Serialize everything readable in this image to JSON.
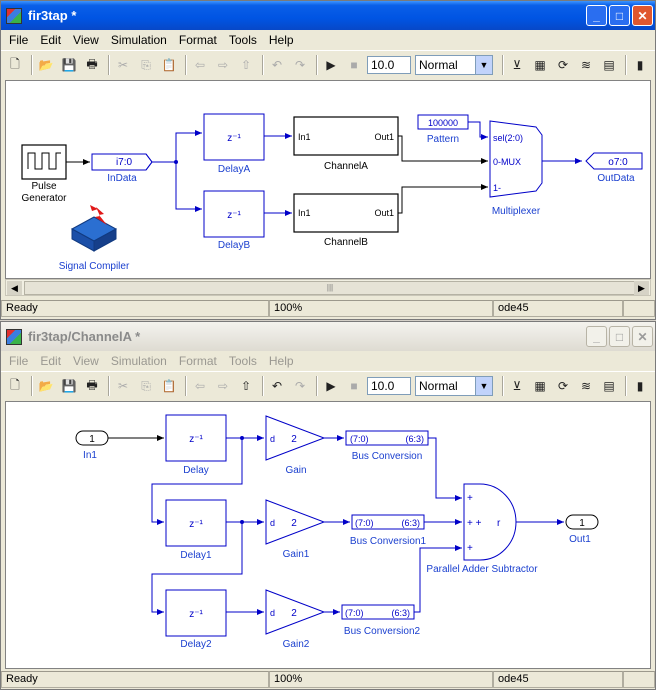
{
  "window1": {
    "title": "fir3tap *",
    "menus": [
      "File",
      "Edit",
      "View",
      "Simulation",
      "Format",
      "Tools",
      "Help"
    ],
    "stop_time": "10.0",
    "sim_mode": "Normal",
    "status": {
      "state": "Ready",
      "zoom": "100%",
      "solver": "ode45"
    },
    "blocks": {
      "pulse_generator": "Pulse\nGenerator",
      "indata_tag": "i7:0",
      "indata_label": "InData",
      "delayA_symbol": "z⁻¹",
      "delayA_label": "DelayA",
      "delayB_symbol": "z⁻¹",
      "delayB_label": "DelayB",
      "channelA_in": "In1",
      "channelA_out": "Out1",
      "channelA_label": "ChannelA",
      "channelB_in": "In1",
      "channelB_out": "Out1",
      "channelB_label": "ChannelB",
      "pattern_value": "100000",
      "pattern_label": "Pattern",
      "mux_sel": "sel(2:0)",
      "mux_0": "0-MUX",
      "mux_1": "1-",
      "mux_label": "Multiplexer",
      "outdata_tag": "o7:0",
      "outdata_label": "OutData",
      "signal_compiler_label": "Signal Compiler"
    }
  },
  "window2": {
    "title": "fir3tap/ChannelA *",
    "menus": [
      "File",
      "Edit",
      "View",
      "Simulation",
      "Format",
      "Tools",
      "Help"
    ],
    "stop_time": "10.0",
    "sim_mode": "Normal",
    "status": {
      "state": "Ready",
      "zoom": "100%",
      "solver": "ode45"
    },
    "blocks": {
      "in1_port": "1",
      "in1_label": "In1",
      "delay_symbol": "z⁻¹",
      "delay_label": "Delay",
      "delay1_label": "Delay1",
      "delay2_label": "Delay2",
      "gain_d": "d",
      "gain_value": "2",
      "gain_label": "Gain",
      "gain1_label": "Gain1",
      "gain2_label": "Gain2",
      "bus_in": "(7:0)",
      "bus_out": "(6:3)",
      "bus_label": "Bus Conversion",
      "bus1_label": "Bus Conversion1",
      "bus2_label": "Bus Conversion2",
      "adder_plus": "+",
      "adder_middle": "+ +",
      "adder_r": "r",
      "adder_label": "Parallel Adder Subtractor",
      "out1_port": "1",
      "out1_label": "Out1"
    }
  },
  "colors": {
    "block": "#0000c8",
    "line": "#000000",
    "label": "#1a3fcf"
  }
}
